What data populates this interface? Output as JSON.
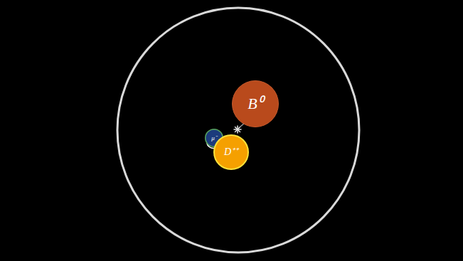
{
  "diagram": {
    "nodes": [
      {
        "text": [
          "B⁰"
        ]
      },
      {
        "text": [
          "μ⁻"
        ]
      },
      {
        "text": [
          "D⁺⁺"
        ]
      }
    ]
  }
}
